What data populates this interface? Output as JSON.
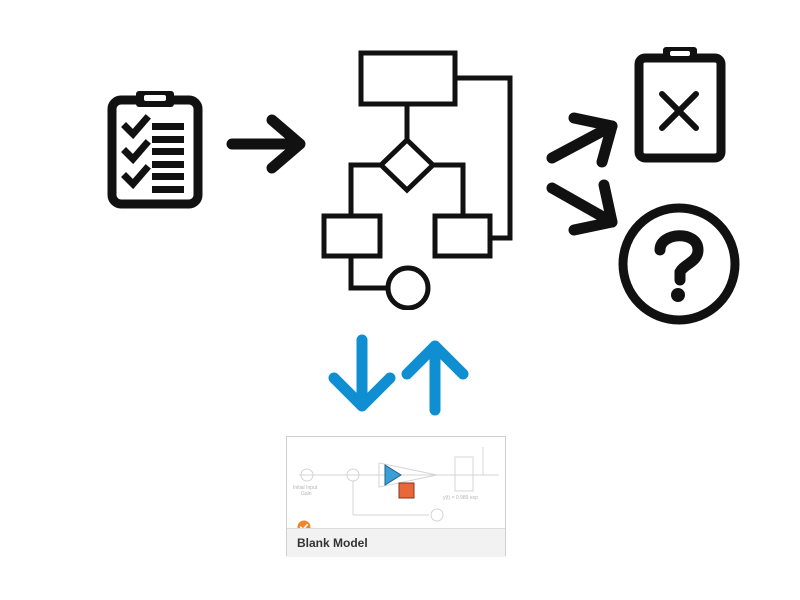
{
  "colors": {
    "icon_black": "#111111",
    "accent_blue": "#0f8fd1",
    "model_orange": "#e8683a",
    "model_badge": "#f0862a",
    "model_blue": "#3a9fd6"
  },
  "icons": [
    "clipboard-checklist-icon",
    "right-arrow-icon",
    "flowchart-icon",
    "up-right-arrow-icon",
    "down-right-arrow-icon",
    "clipboard-cancel-icon",
    "question-circle-icon",
    "down-arrow-icon",
    "up-arrow-icon",
    "check-badge-icon"
  ],
  "model_card": {
    "label": "Blank Model",
    "preview_texts": [
      "Initial Input",
      "Gain",
      "y(t) = 0.989 exp"
    ]
  }
}
